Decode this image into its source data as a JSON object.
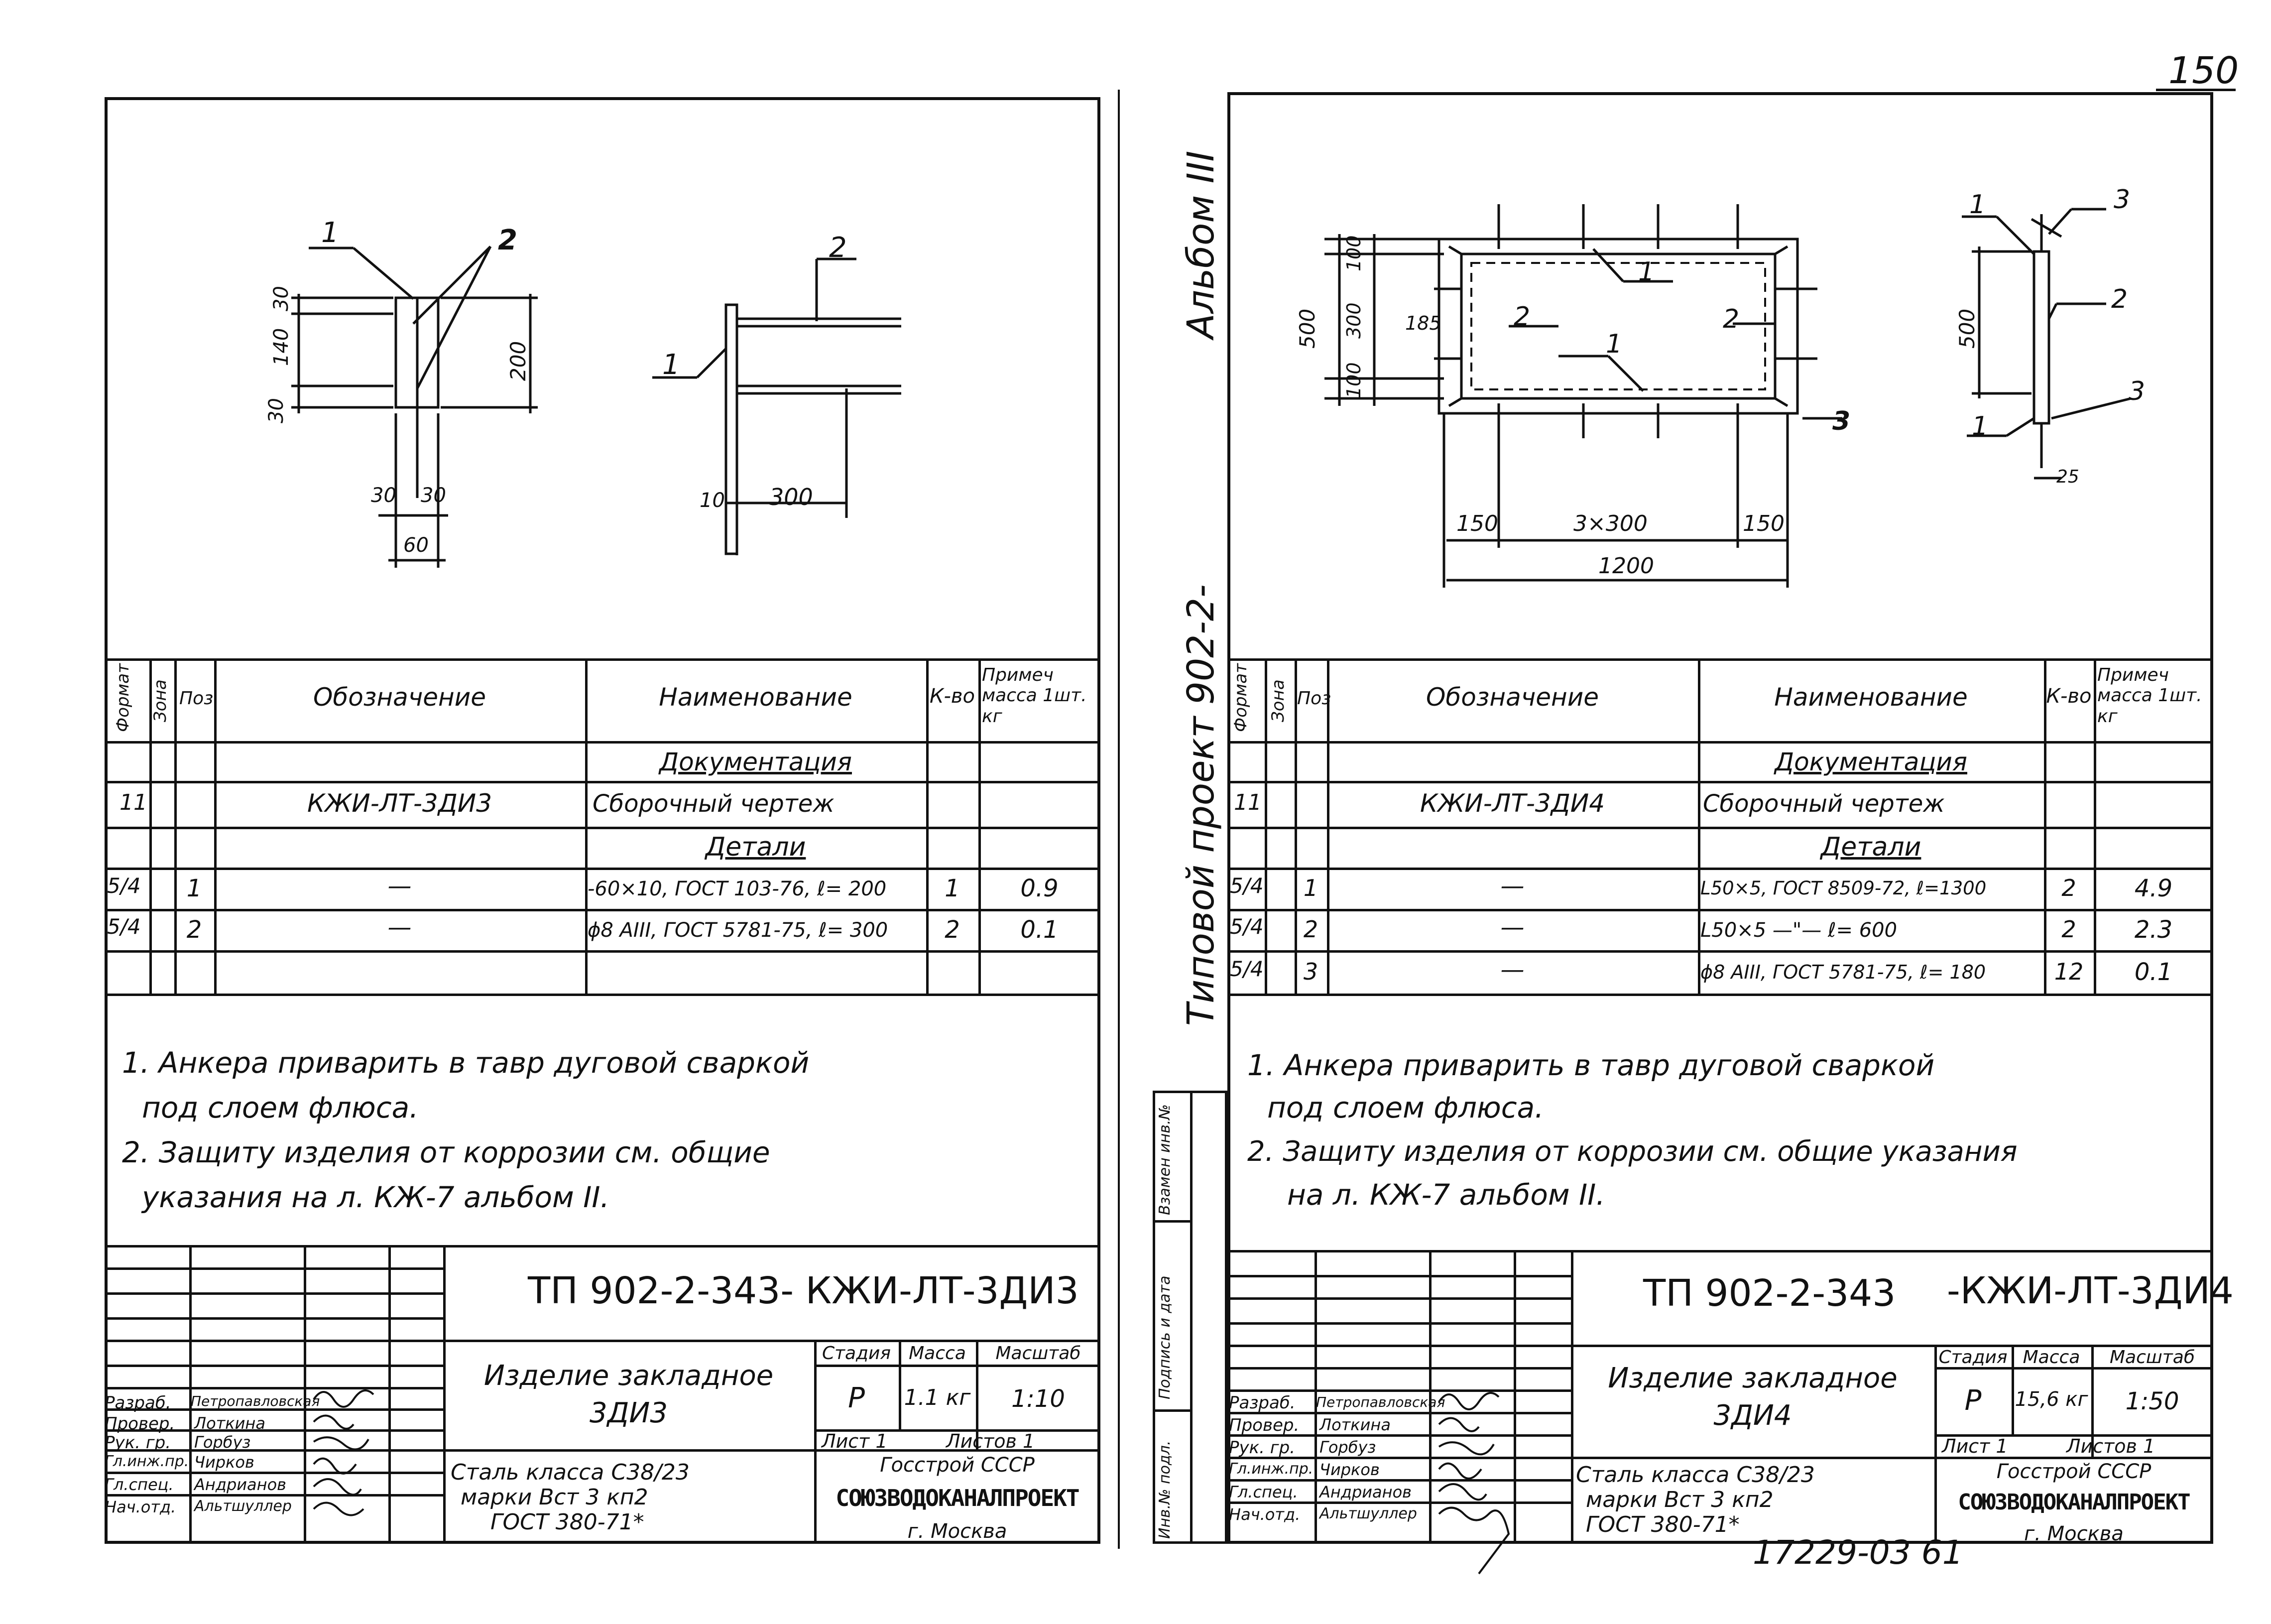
{
  "page": {
    "sheet_number": "150",
    "inventory_number": "17229-03 61",
    "side_title": "Типовой проект 902-2-",
    "side_album": "Альбом III",
    "side_stamp": [
      "Инв.№ подл.",
      "Подпись и дата",
      "Взамен инв.№"
    ]
  },
  "left": {
    "drawing": {
      "callouts": [
        "1",
        "2",
        "2",
        "1"
      ],
      "dims": [
        "30",
        "140",
        "30",
        "200",
        "30",
        "30",
        "60",
        "10",
        "300"
      ]
    },
    "spec": {
      "headers": {
        "format": "Формат",
        "zone": "Зона",
        "pos": "Поз",
        "designation": "Обозначение",
        "name": "Наименование",
        "qty": "К-во",
        "note": "Примеч масса 1шт. кг"
      },
      "section_docs": "Документация",
      "doc_row": {
        "format": "11",
        "designation": "КЖИ-ЛТ-3ДИ3",
        "name": "Сборочный чертеж"
      },
      "section_parts": "Детали",
      "rows": [
        {
          "format": "5/4",
          "pos": "1",
          "designation": "—",
          "name": "-60×10, ГОСТ 103-76, ℓ= 200",
          "qty": "1",
          "note": "0.9"
        },
        {
          "format": "5/4",
          "pos": "2",
          "designation": "—",
          "name": "ϕ8 АIII, ГОСТ 5781-75, ℓ= 300",
          "qty": "2",
          "note": "0.1"
        }
      ]
    },
    "notes": [
      "1. Анкера приварить в тавр дуговой сваркой",
      "под слоем флюса.",
      "2. Защиту изделия от коррозии см. общие",
      "указания на л. КЖ-7 альбом II."
    ],
    "title_block": {
      "code": "ТП 902-2-343- КЖИ-ЛТ-3ДИ3",
      "item_name": [
        "Изделие закладное",
        "3ДИ3"
      ],
      "material": [
        "Сталь класса С38/23",
        "марки Вст 3 кп2",
        "ГОСТ 380-71*"
      ],
      "stage_label": "Стадия",
      "mass_label": "Масса",
      "scale_label": "Масштаб",
      "stage": "Р",
      "mass": "1.1 кг",
      "scale": "1:10",
      "sheet": "Лист 1",
      "sheets": "Листов 1",
      "org1": "Госстрой СССР",
      "org2": "СОЮЗВОДОКАНАЛПРОЕКТ",
      "city": "г. Москва",
      "people": [
        {
          "role": "Разраб.",
          "name": "Петропавловская"
        },
        {
          "role": "Провер.",
          "name": "Лоткина"
        },
        {
          "role": "Рук. гр.",
          "name": "Горбуз"
        },
        {
          "role": "Гл.инж.пр.",
          "name": "Чирков"
        },
        {
          "role": "Гл.спец.",
          "name": "Андрианов"
        },
        {
          "role": "Нач.отд.",
          "name": "Альтшуллер"
        }
      ]
    }
  },
  "right": {
    "drawing": {
      "callouts": [
        "1",
        "2",
        "2",
        "1",
        "3",
        "1",
        "3",
        "2",
        "3",
        "1"
      ],
      "dims": [
        "500",
        "100",
        "300",
        "100",
        "185",
        "150",
        "3×300",
        "150",
        "1200",
        "500",
        "25"
      ]
    },
    "spec": {
      "headers": {
        "format": "Формат",
        "zone": "Зона",
        "pos": "Поз",
        "designation": "Обозначение",
        "name": "Наименование",
        "qty": "К-во",
        "note": "Примеч масса 1шт. кг"
      },
      "section_docs": "Документация",
      "doc_row": {
        "format": "11",
        "designation": "КЖИ-ЛТ-3ДИ4",
        "name": "Сборочный чертеж"
      },
      "section_parts": "Детали",
      "rows": [
        {
          "format": "5/4",
          "pos": "1",
          "designation": "—",
          "name": "L50×5, ГОСТ 8509-72, ℓ=1300",
          "qty": "2",
          "note": "4.9"
        },
        {
          "format": "5/4",
          "pos": "2",
          "designation": "—",
          "name": "L50×5 —\"— ℓ= 600",
          "qty": "2",
          "note": "2.3"
        },
        {
          "format": "5/4",
          "pos": "3",
          "designation": "—",
          "name": "ϕ8 АIII, ГОСТ 5781-75, ℓ= 180",
          "qty": "12",
          "note": "0.1"
        }
      ]
    },
    "notes": [
      "1. Анкера приварить в тавр дуговой сваркой",
      "под слоем флюса.",
      "2. Защиту изделия от коррозии см. общие указания",
      "на л. КЖ-7 альбом II."
    ],
    "title_block": {
      "code": "ТП 902-2-343",
      "code2": "-КЖИ-ЛТ-3ДИ4",
      "item_name": [
        "Изделие закладное",
        "3ДИ4"
      ],
      "material": [
        "Сталь класса С38/23",
        "марки Вст 3 кп2",
        "ГОСТ 380-71*"
      ],
      "stage_label": "Стадия",
      "mass_label": "Масса",
      "scale_label": "Масштаб",
      "stage": "Р",
      "mass": "15,6 кг",
      "scale": "1:50",
      "sheet": "Лист 1",
      "sheets": "Листов 1",
      "org1": "Госстрой СССР",
      "org2": "СОЮЗВОДОКАНАЛПРОЕКТ",
      "city": "г. Москва",
      "people": [
        {
          "role": "Разраб.",
          "name": "Петропавловская"
        },
        {
          "role": "Провер.",
          "name": "Лоткина"
        },
        {
          "role": "Рук. гр.",
          "name": "Горбуз"
        },
        {
          "role": "Гл.инж.пр.",
          "name": "Чирков"
        },
        {
          "role": "Гл.спец.",
          "name": "Андрианов"
        },
        {
          "role": "Нач.отд.",
          "name": "Альтшуллер"
        }
      ]
    }
  }
}
